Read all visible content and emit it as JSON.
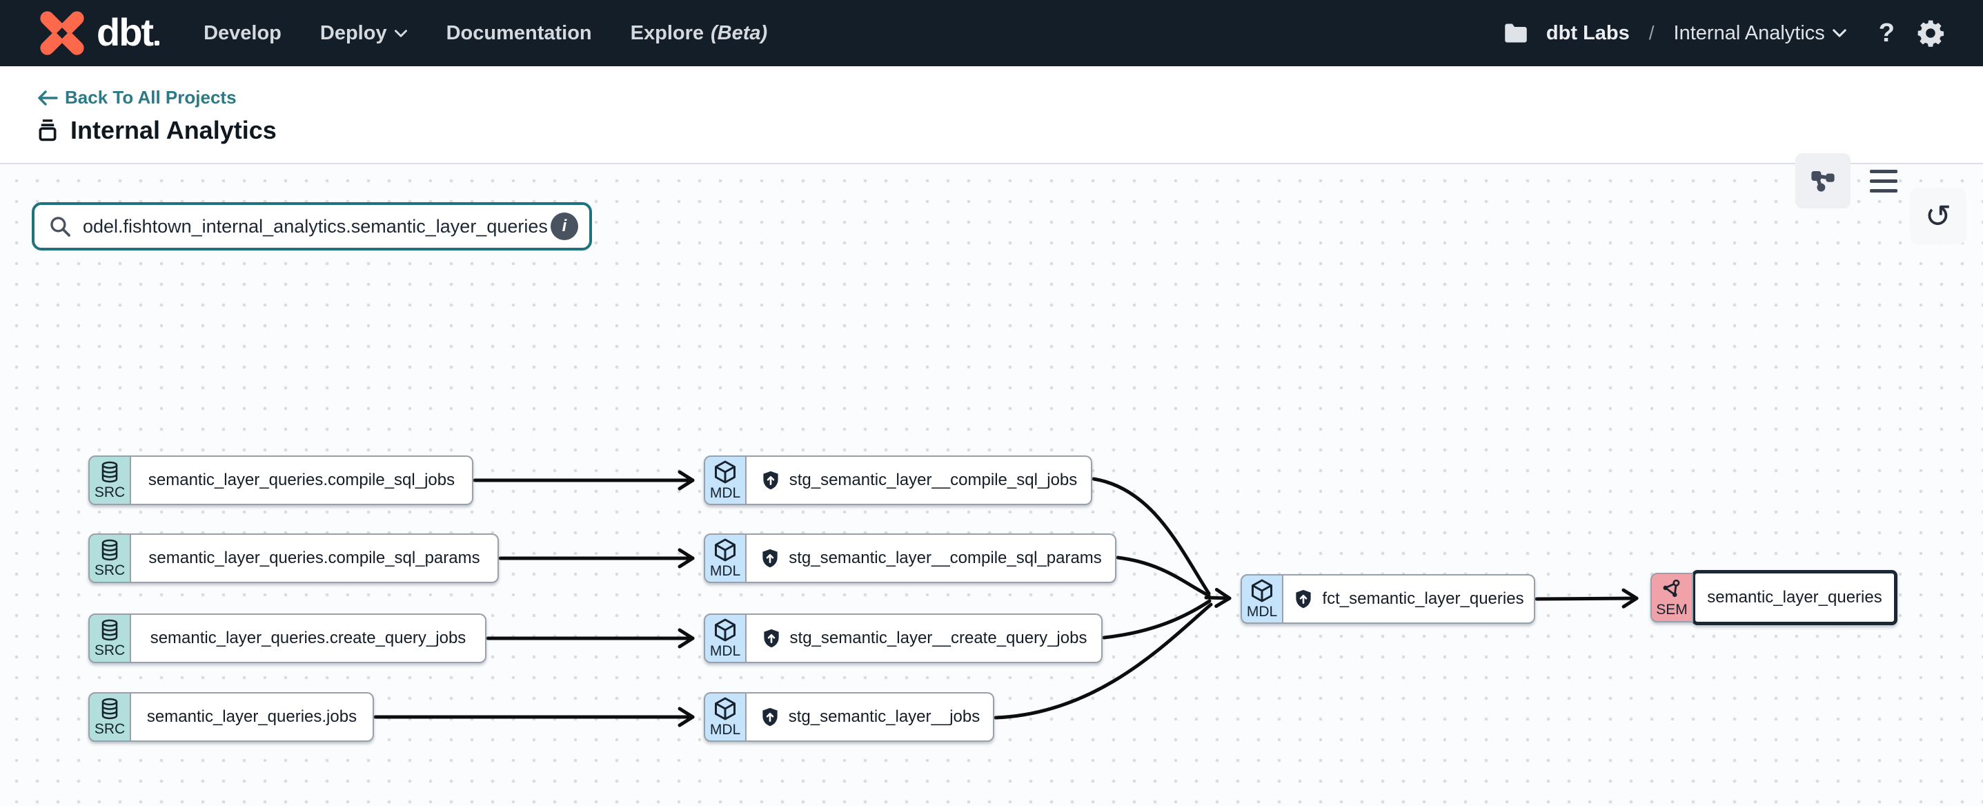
{
  "navbar": {
    "logo_text": "dbt",
    "items": [
      {
        "label": "Develop"
      },
      {
        "label": "Deploy",
        "has_dropdown": true
      },
      {
        "label": "Documentation"
      },
      {
        "label": "Explore",
        "suffix": "(Beta)"
      }
    ],
    "breadcrumb": {
      "account": "dbt Labs",
      "separator": "/",
      "project": "Internal Analytics"
    },
    "help_label": "?"
  },
  "header": {
    "back_link": "Back To All Projects",
    "title": "Internal Analytics"
  },
  "canvas": {
    "search": {
      "value": "odel.fishtown_internal_analytics.semantic_layer_queries",
      "info_glyph": "i"
    },
    "nodes": [
      {
        "type": "source",
        "badge": "SRC",
        "label": "semantic_layer_queries.compile_sql_jobs"
      },
      {
        "type": "source",
        "badge": "SRC",
        "label": "semantic_layer_queries.compile_sql_params"
      },
      {
        "type": "source",
        "badge": "SRC",
        "label": "semantic_layer_queries.create_query_jobs"
      },
      {
        "type": "source",
        "badge": "SRC",
        "label": "semantic_layer_queries.jobs"
      },
      {
        "type": "model",
        "badge": "MDL",
        "label": "stg_semantic_layer__compile_sql_jobs",
        "protected": true
      },
      {
        "type": "model",
        "badge": "MDL",
        "label": "stg_semantic_layer__compile_sql_params",
        "protected": true
      },
      {
        "type": "model",
        "badge": "MDL",
        "label": "stg_semantic_layer__create_query_jobs",
        "protected": true
      },
      {
        "type": "model",
        "badge": "MDL",
        "label": "stg_semantic_layer__jobs",
        "protected": true
      },
      {
        "type": "model",
        "badge": "MDL",
        "label": "fct_semantic_layer_queries",
        "protected": true
      },
      {
        "type": "semantic",
        "badge": "SEM",
        "label": "semantic_layer_queries",
        "selected": true
      }
    ]
  },
  "colors": {
    "navbar_bg": "#141e29",
    "brand_orange": "#ff694b",
    "accent_teal": "#2b7a85",
    "search_border_teal": "#20727e",
    "source_badge": "#b2dedb",
    "model_badge": "#c5e3fa",
    "semantic_badge": "#f1a1a8",
    "node_border": "#98a0ac",
    "selected_border": "#1b2734",
    "edge": "#0d0d0d",
    "spellcheck_red": "#e25544"
  }
}
